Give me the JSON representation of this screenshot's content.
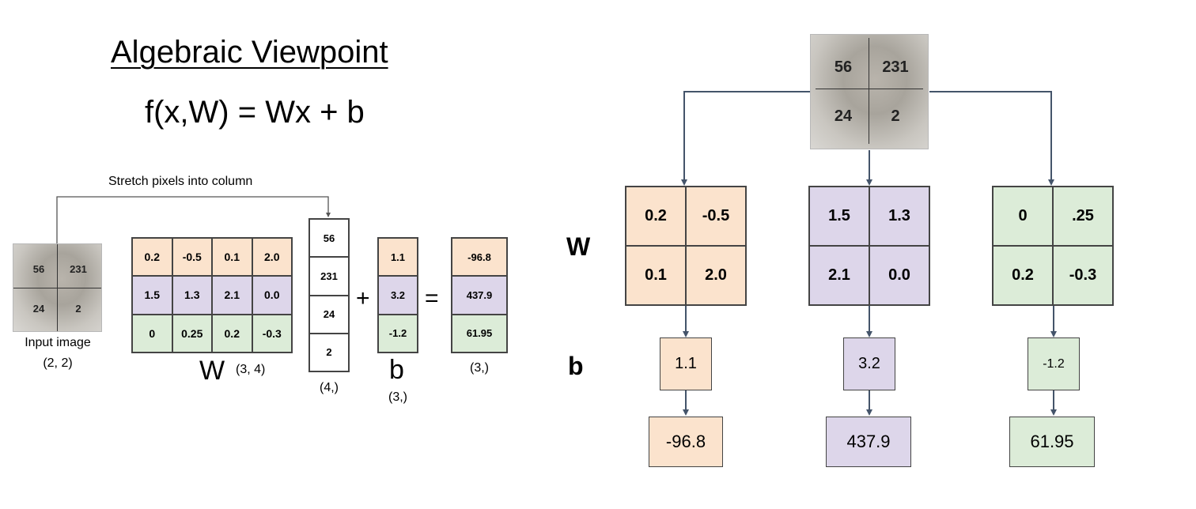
{
  "title": "Algebraic Viewpoint",
  "formula": "f(x,W) = Wx + b",
  "stretch_caption": "Stretch pixels into column",
  "input_image": {
    "pixels": [
      "56",
      "231",
      "24",
      "2"
    ],
    "label": "Input image",
    "shape": "(2, 2)"
  },
  "left": {
    "W": {
      "label": "W",
      "shape": "(3, 4)",
      "rows": [
        [
          "0.2",
          "-0.5",
          "0.1",
          "2.0"
        ],
        [
          "1.5",
          "1.3",
          "2.1",
          "0.0"
        ],
        [
          "0",
          "0.25",
          "0.2",
          "-0.3"
        ]
      ]
    },
    "x": {
      "values": [
        "56",
        "231",
        "24",
        "2"
      ],
      "shape": "(4,)"
    },
    "plus": "+",
    "b": {
      "label": "b",
      "values": [
        "1.1",
        "3.2",
        "-1.2"
      ],
      "shape": "(3,)"
    },
    "equals": "=",
    "result": {
      "values": [
        "-96.8",
        "437.9",
        "61.95"
      ],
      "shape": "(3,)"
    }
  },
  "right": {
    "row_label_W": "W",
    "row_label_b": "b",
    "top_image_pixels": [
      "56",
      "231",
      "24",
      "2"
    ],
    "columns": [
      {
        "w": [
          "0.2",
          "-0.5",
          "0.1",
          "2.0"
        ],
        "b": "1.1",
        "out": "-96.8"
      },
      {
        "w": [
          "1.5",
          "1.3",
          "2.1",
          "0.0"
        ],
        "b": "3.2",
        "out": "437.9"
      },
      {
        "w": [
          "0",
          ".25",
          "0.2",
          "-0.3"
        ],
        "b": "-1.2",
        "out": "61.95"
      }
    ]
  },
  "colors": {
    "orange": "#fbe3cd",
    "purple": "#ddd6ea",
    "green": "#dcecd8",
    "arrow": "#44546a"
  }
}
